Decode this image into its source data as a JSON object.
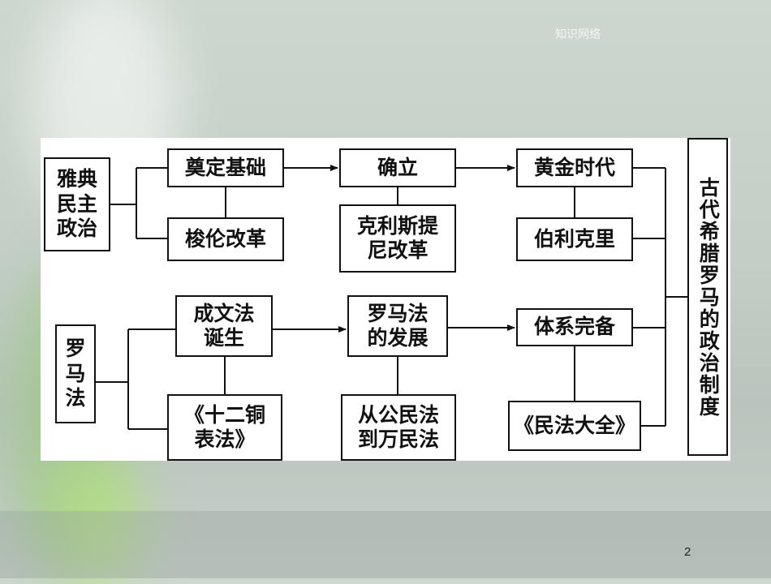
{
  "slide": {
    "top_label": "知识网络",
    "page_number": "2"
  },
  "diagram": {
    "athens": {
      "root": "雅典\n民主\n政治",
      "stages": [
        "奠定基础",
        "确立",
        "黄金时代"
      ],
      "figures": [
        "梭伦改革",
        "克利斯提\n尼改革",
        "伯利克里"
      ]
    },
    "rome": {
      "root": "罗\n马\n法",
      "stages": [
        "成文法\n诞生",
        "罗马法\n的发展",
        "体系完备"
      ],
      "laws": [
        "《十二铜\n表法》",
        "从公民法\n到万民法",
        "《民法大全》"
      ]
    },
    "summary": "古代希腊罗马的政治制度"
  }
}
